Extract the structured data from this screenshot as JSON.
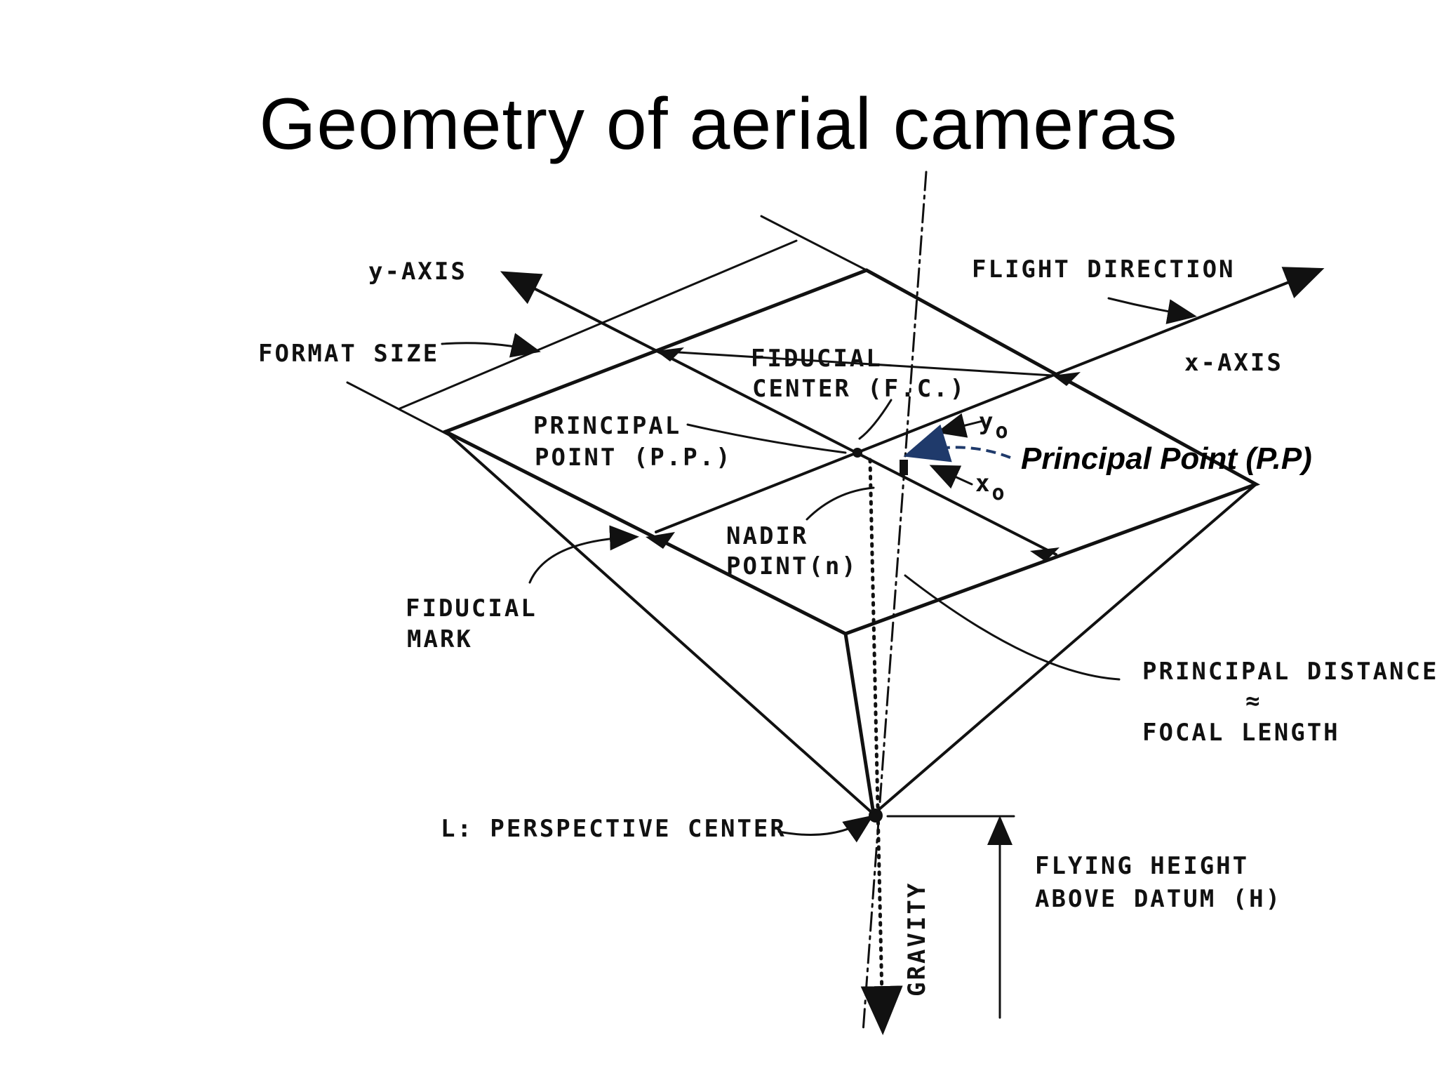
{
  "title": "Geometry of aerial cameras",
  "labels": {
    "y_axis": "y-AXIS",
    "format_size": "FORMAT SIZE",
    "flight_direction": "FLIGHT DIRECTION",
    "x_axis": "x-AXIS",
    "fiducial_center_1": "FIDUCIAL",
    "fiducial_center_2": "CENTER (F.C.)",
    "principal_point_1": "PRINCIPAL",
    "principal_point_2": "POINT (P.P.)",
    "y0": "y",
    "y0_sub": "o",
    "x0": "x",
    "x0_sub": "o",
    "nadir_1": "NADIR",
    "nadir_2": "POINT(n)",
    "fiducial_mark_1": "FIDUCIAL",
    "fiducial_mark_2": "MARK",
    "principal_distance_1": "PRINCIPAL DISTANCE",
    "approx": "≈",
    "focal_length": "FOCAL LENGTH",
    "perspective_center": "L: PERSPECTIVE CENTER",
    "flying_height_1": "FLYING HEIGHT",
    "flying_height_2": "ABOVE DATUM (H)",
    "gravity": "GRAVITY"
  },
  "annotation": {
    "principal_point_callout": "Principal Point (P.P)",
    "callout_color": "#1f3a6b"
  },
  "colors": {
    "line": "#111111",
    "background": "#ffffff"
  }
}
